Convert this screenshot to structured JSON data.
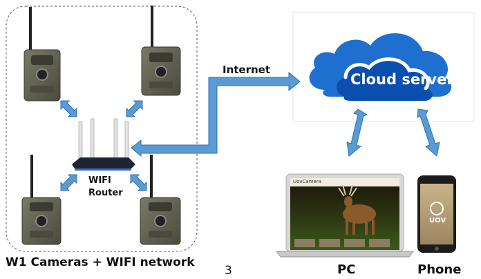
{
  "labels": {
    "internet": "Internet",
    "cloud_server": "Cloud server",
    "router_line1": "WIFI",
    "router_line2": "Router",
    "cameras_network": "W1 Cameras + WIFI network",
    "pc": "PC",
    "phone": "Phone",
    "page_number": "3"
  },
  "screens": {
    "laptop_brand": "UovCamera",
    "phone_logo": "UOV"
  },
  "colors": {
    "arrow": "#5b9bd5",
    "arrow_edge": "#2f6fae",
    "cloud": "#1f6fd0",
    "cloud_dark": "#0b4fae",
    "camera_body": "#6b6b5c",
    "router_body": "#1e2430"
  }
}
